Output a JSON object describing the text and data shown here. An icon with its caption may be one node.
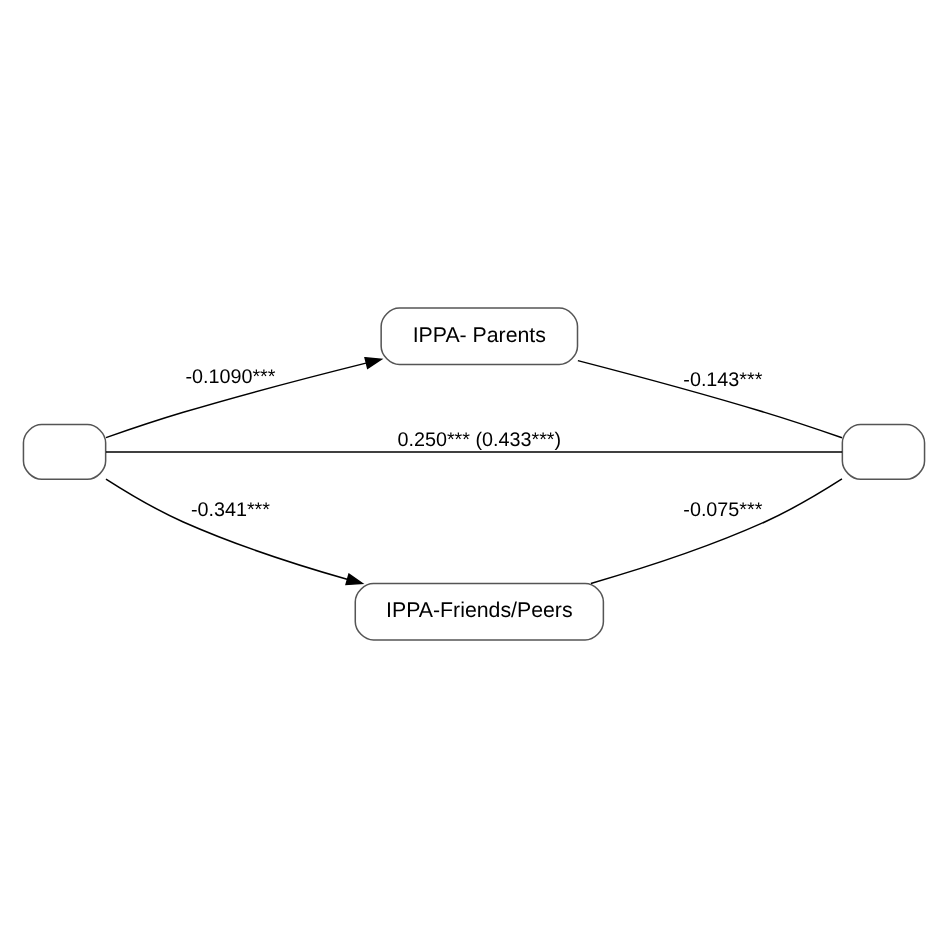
{
  "diagram": {
    "nodes": [
      {
        "text": [
          "IPPA- Parents"
        ]
      },
      {
        "text": [],
        "shape": "box"
      },
      {
        "text": [],
        "shape": "box"
      },
      {
        "text": [
          "IPPA-Friends/Peers"
        ]
      }
    ],
    "edges": [
      {
        "from": 1,
        "to": 0,
        "arrow": "to",
        "label": "-0.1090***"
      },
      {
        "from": 0,
        "to": 2,
        "arrow": "none",
        "label": "-0.143***"
      },
      {
        "from": 1,
        "to": 2,
        "arrow": "none",
        "label": "0.250*** (0.433***)"
      },
      {
        "from": 1,
        "to": 3,
        "arrow": "to",
        "label": "-0.341***"
      },
      {
        "from": 3,
        "to": 2,
        "arrow": "none",
        "label": "-0.075***"
      }
    ]
  }
}
